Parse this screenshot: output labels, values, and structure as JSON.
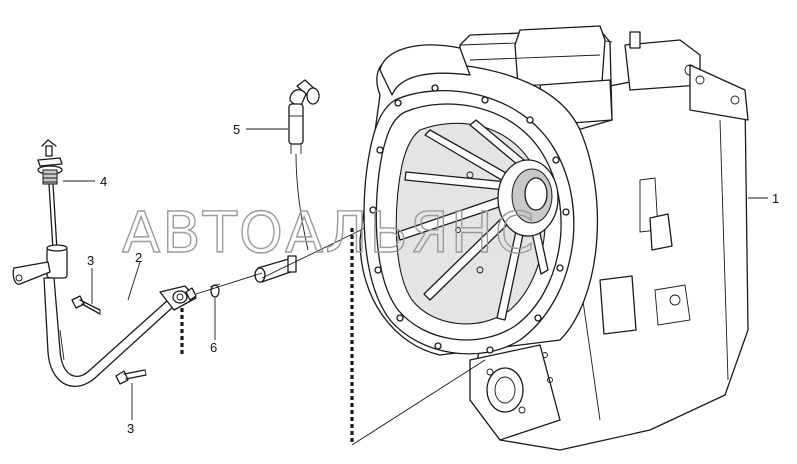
{
  "watermark": "АВТОАЛЬЯНС",
  "callouts": {
    "c1": "1",
    "c2": "2",
    "c3a": "3",
    "c3b": "3",
    "c4": "4",
    "c5": "5",
    "c6": "6"
  }
}
